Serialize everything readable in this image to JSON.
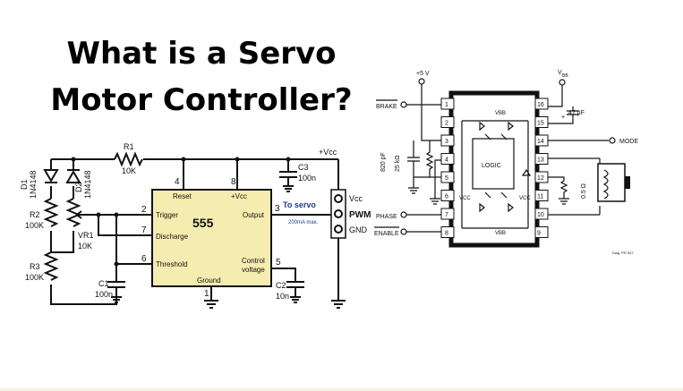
{
  "title": {
    "line1": "What is a Servo",
    "line2": "Motor Controller?"
  },
  "left_circuit": {
    "chip": {
      "name": "555",
      "reset": "Reset",
      "vcc": "+Vcc",
      "trigger": "Trigger",
      "discharge": "Discharge",
      "threshold": "Threshold",
      "ground": "Ground",
      "output": "Output",
      "control": "Control",
      "voltage": "voltage"
    },
    "pins": {
      "p1": "1",
      "p2": "2",
      "p3": "3",
      "p4": "4",
      "p5": "5",
      "p6": "6",
      "p7": "7",
      "p8": "8"
    },
    "r1": {
      "name": "R1",
      "value": "10K"
    },
    "r2": {
      "name": "R2",
      "value": "100K"
    },
    "r3": {
      "name": "R3",
      "value": "100K"
    },
    "vr1": {
      "name": "VR1",
      "value": "10K"
    },
    "d1": {
      "name": "D1",
      "part": "1N4148"
    },
    "d2": {
      "name": "D2",
      "part": "1N4148"
    },
    "c1": {
      "name": "C1",
      "value": "100n"
    },
    "c2": {
      "name": "C2",
      "value": "10n"
    },
    "c3": {
      "name": "C3",
      "value": "100n"
    },
    "supply": "+Vcc",
    "to_servo": "To servo",
    "current": "200mA max.",
    "conn": {
      "vcc": "Vcc",
      "pwm": "PWM",
      "gnd": "GND"
    }
  },
  "right_circuit": {
    "supply_5v": "+5 V",
    "vbb_top": "V",
    "vbb_sub": "BB",
    "logic": "LOGIC",
    "brake": "BRAKE",
    "phase": "PHASE",
    "enable": "ENABLE",
    "mode": "MODE",
    "cap_820": "820 pF",
    "res_25k": "25 kΩ",
    "cap_47": ".47 µF",
    "res_05": "0.5 Ω",
    "plus": "+",
    "vbb_a": "VBB",
    "vbb_b": "VBB",
    "vcc_a": "VCC",
    "vcc_b": "VCC",
    "pins": [
      "1",
      "2",
      "3",
      "4",
      "5",
      "6",
      "7",
      "8",
      "9",
      "10",
      "11",
      "12",
      "13",
      "14",
      "15",
      "16"
    ],
    "dwg": "Dwg. PP-047"
  }
}
